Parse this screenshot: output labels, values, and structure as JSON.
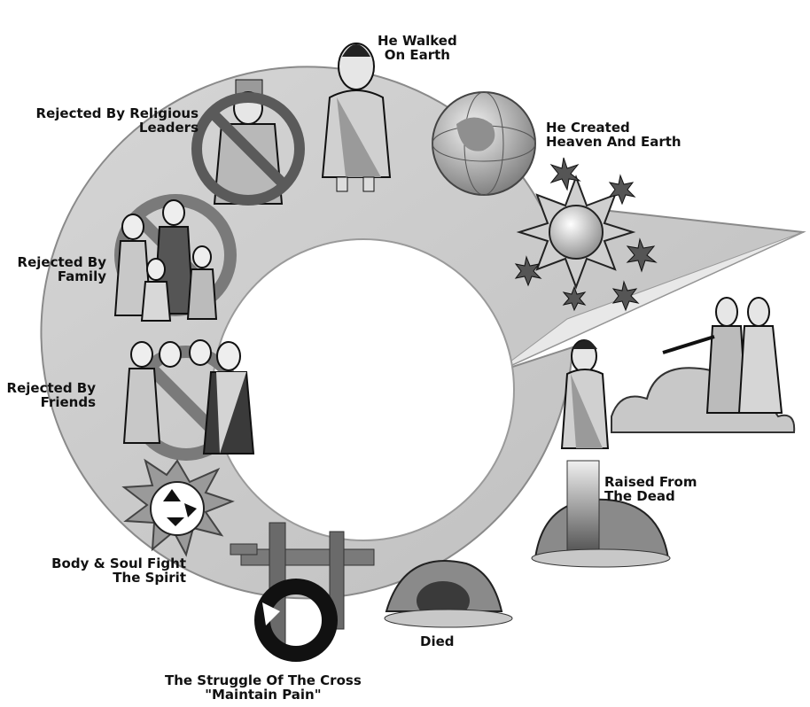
{
  "diagram": {
    "stages": [
      {
        "id": "created",
        "line1": "He Created",
        "line2": "Heaven And Earth"
      },
      {
        "id": "walked",
        "line1": "He Walked",
        "line2": "On Earth"
      },
      {
        "id": "religious",
        "line1": "Rejected By Religious",
        "line2": "Leaders"
      },
      {
        "id": "family",
        "line1": "Rejected By",
        "line2": "Family"
      },
      {
        "id": "friends",
        "line1": "Rejected By",
        "line2": "Friends"
      },
      {
        "id": "body",
        "line1": "Body & Soul Fight",
        "line2": "The Spirit"
      },
      {
        "id": "struggle",
        "line1": "The Struggle Of The Cross",
        "line2": "\"Maintain Pain\""
      },
      {
        "id": "died",
        "line1": "Died",
        "line2": ""
      },
      {
        "id": "raised",
        "line1": "Raised From",
        "line2": "The Dead"
      }
    ]
  }
}
